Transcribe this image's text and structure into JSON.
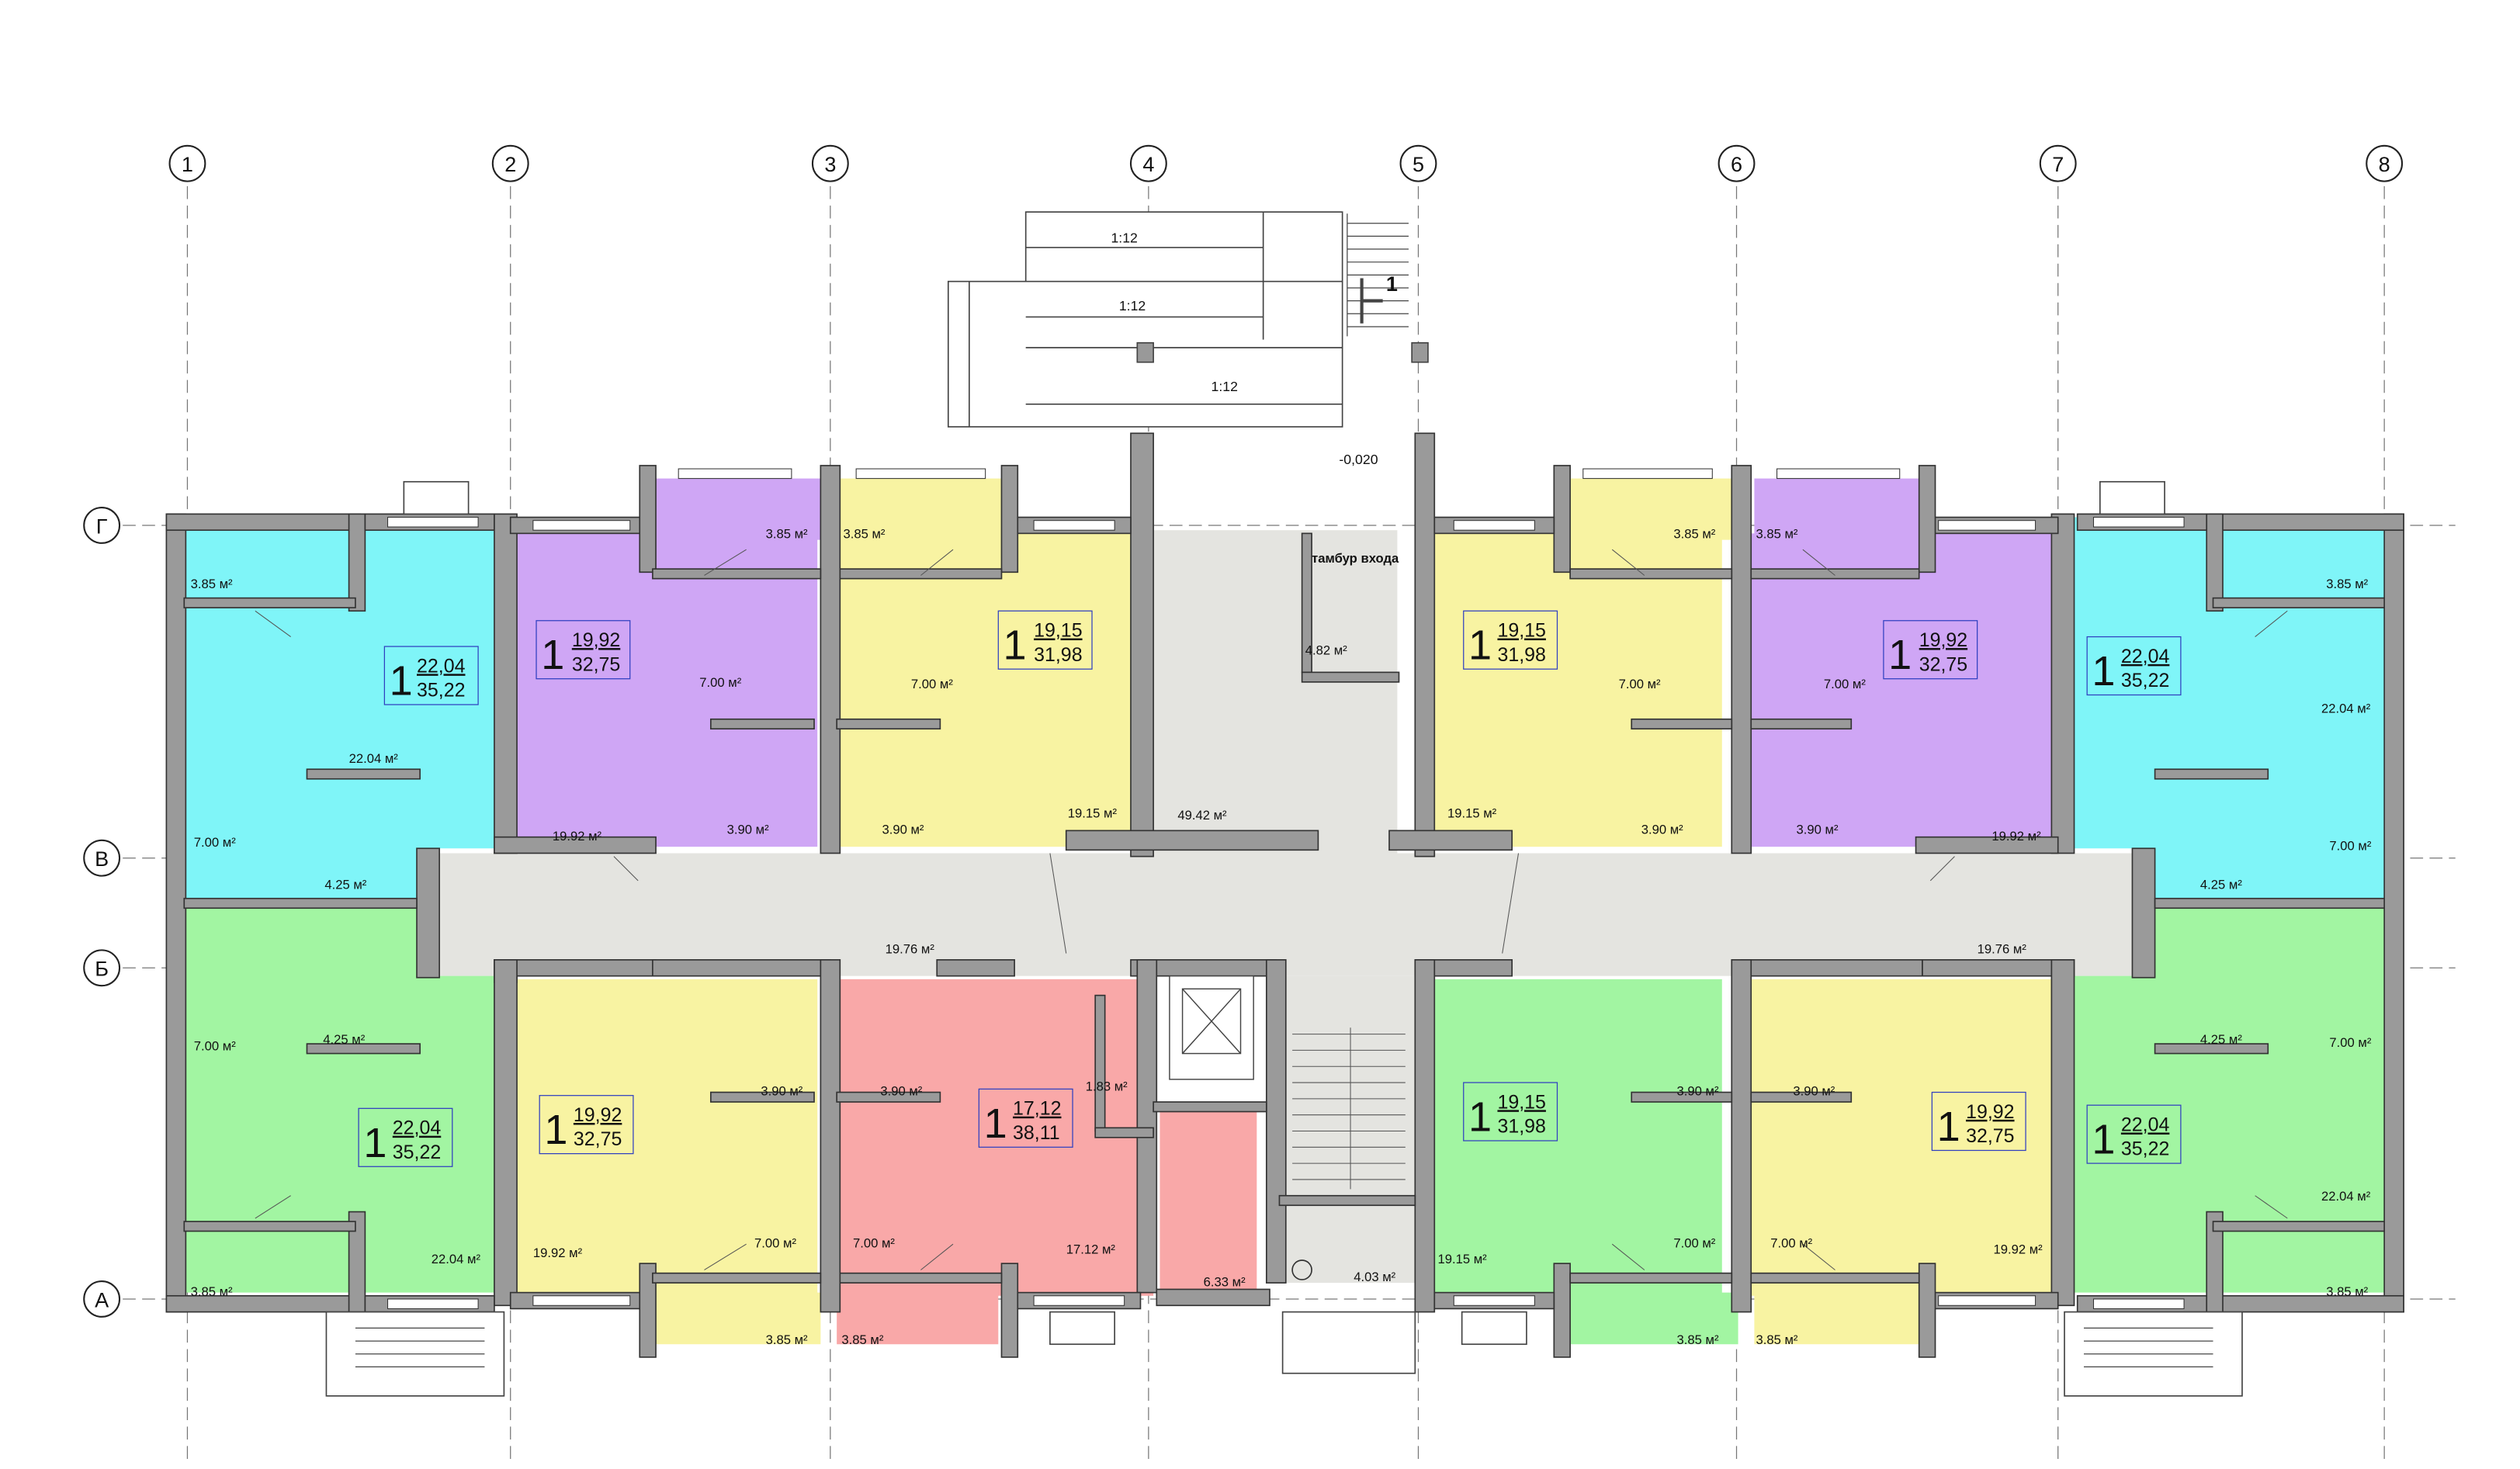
{
  "axes_vertical": [
    {
      "label": "1"
    },
    {
      "label": "2"
    },
    {
      "label": "3"
    },
    {
      "label": "4"
    },
    {
      "label": "5"
    },
    {
      "label": "6"
    },
    {
      "label": "7"
    },
    {
      "label": "8"
    }
  ],
  "axes_horizontal": [
    {
      "label": "Г"
    },
    {
      "label": "В"
    },
    {
      "label": "Б"
    },
    {
      "label": "А"
    }
  ],
  "ramp": {
    "slope1": "1:12",
    "slope2": "1:12",
    "slope3": "1:12",
    "level": "-0,020",
    "section_mark": "1"
  },
  "vestibule": {
    "label": "тамбур входа",
    "area": "4.82 м²"
  },
  "corridor": {
    "hall_area": "49.42 м²",
    "left_area": "19.76 м²",
    "right_area": "19.76 м²"
  },
  "stair_area": "4.03 м²",
  "apartments": [
    {
      "rooms": "1",
      "living": "22,04",
      "total": "35,22",
      "color": "#7ff5f8"
    },
    {
      "rooms": "1",
      "living": "19,92",
      "total": "32,75",
      "color": "#cfa6f5"
    },
    {
      "rooms": "1",
      "living": "19,15",
      "total": "31,98",
      "color": "#f8f3a2"
    },
    {
      "rooms": "1",
      "living": "19,15",
      "total": "31,98",
      "color": "#f8f3a2"
    },
    {
      "rooms": "1",
      "living": "19,92",
      "total": "32,75",
      "color": "#cfa6f5"
    },
    {
      "rooms": "1",
      "living": "22,04",
      "total": "35,22",
      "color": "#7ff5f8"
    },
    {
      "rooms": "1",
      "living": "22,04",
      "total": "35,22",
      "color": "#a2f5a2"
    },
    {
      "rooms": "1",
      "living": "19,92",
      "total": "32,75",
      "color": "#f8f3a2"
    },
    {
      "rooms": "1",
      "living": "17,12",
      "total": "38,11",
      "color": "#f9a8a8"
    },
    {
      "rooms": "1",
      "living": "19,15",
      "total": "31,98",
      "color": "#a2f5a2"
    },
    {
      "rooms": "1",
      "living": "19,92",
      "total": "32,75",
      "color": "#f8f3a2"
    },
    {
      "rooms": "1",
      "living": "22,04",
      "total": "35,22",
      "color": "#a2f5a2"
    }
  ],
  "areas": {
    "a1_balcony": "3.85 м²",
    "a1_living": "22.04 м²",
    "a1_kitchen": "7.00 м²",
    "a1_bath": "4.25 м²",
    "a2_balcony": "3.85 м²",
    "a2_kitchen": "7.00 м²",
    "a2_living": "19.92 м²",
    "a2_bath": "3.90 м²",
    "a3_balcony": "3.85 м²",
    "a3_kitchen": "7.00 м²",
    "a3_bath": "3.90 м²",
    "a3_living": "19.15 м²",
    "a4_balcony": "3.85 м²",
    "a4_kitchen": "7.00 м²",
    "a4_living": "19.15 м²",
    "a4_bath": "3.90 м²",
    "a5_balcony": "3.85 м²",
    "a5_kitchen": "7.00 м²",
    "a5_bath": "3.90 м²",
    "a5_living": "19.92 м²",
    "a6_balcony": "3.85 м²",
    "a6_living": "22.04 м²",
    "a6_kitchen": "7.00 м²",
    "a6_bath": "4.25 м²",
    "b1_kitchen": "7.00 м²",
    "b1_bath": "4.25 м²",
    "b1_living": "22.04 м²",
    "b1_balcony": "3.85 м²",
    "b2_bath": "3.90 м²",
    "b2_living": "19.92 м²",
    "b2_kitchen": "7.00 м²",
    "b2_balcony": "3.85 м²",
    "b3_bath": "3.90 м²",
    "b3_hall": "1.83 м²",
    "b3_kitchen": "7.00 м²",
    "b3_living": "17.12 м²",
    "b3_balcony": "3.85 м²",
    "tech_room": "6.33 м²",
    "b4_bath": "3.90 м²",
    "b4_living": "19.15 м²",
    "b4_kitchen": "7.00 м²",
    "b4_balcony": "3.85 м²",
    "b5_bath": "3.90 м²",
    "b5_kitchen": "7.00 м²",
    "b5_living": "19.92 м²",
    "b5_balcony": "3.85 м²",
    "b6_bath": "4.25 м²",
    "b6_kitchen": "7.00 м²",
    "b6_living": "22.04 м²",
    "b6_balcony": "3.85 м²"
  }
}
